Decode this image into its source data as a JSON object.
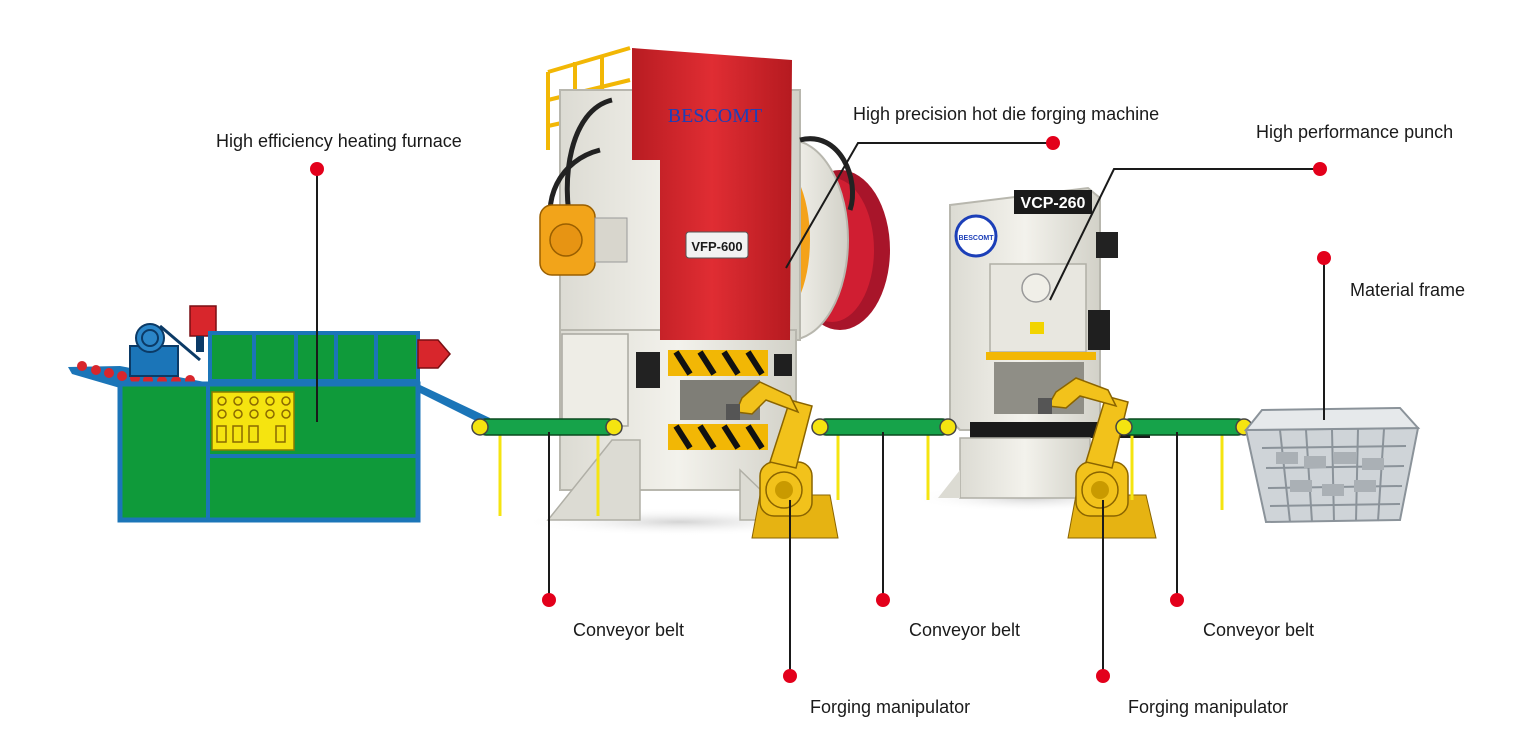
{
  "labels": {
    "furnace": "High efficiency heating furnace",
    "forging_machine": "High precision hot die forging machine",
    "punch": "High performance punch",
    "material_frame": "Material frame",
    "conveyor_1": "Conveyor belt",
    "conveyor_2": "Conveyor belt",
    "conveyor_3": "Conveyor belt",
    "manipulator_1": "Forging manipulator",
    "manipulator_2": "Forging manipulator"
  },
  "machine_markings": {
    "forging_brand": "BESCOMT",
    "forging_model": "VFP-600",
    "punch_model": "VCP-260",
    "punch_logo": "BESCOMT"
  },
  "colors": {
    "furnace_body": "#0f9a3a",
    "furnace_frame": "#1b75b8",
    "belt": "#16a34a",
    "roller": "#f5e410",
    "support": "#f5e410",
    "dot": "#e3001b",
    "forging_red": "#d8262c",
    "machine_body": "#ecebe4",
    "robot": "#f2c21b",
    "brand_blue": "#1c3fb8"
  }
}
